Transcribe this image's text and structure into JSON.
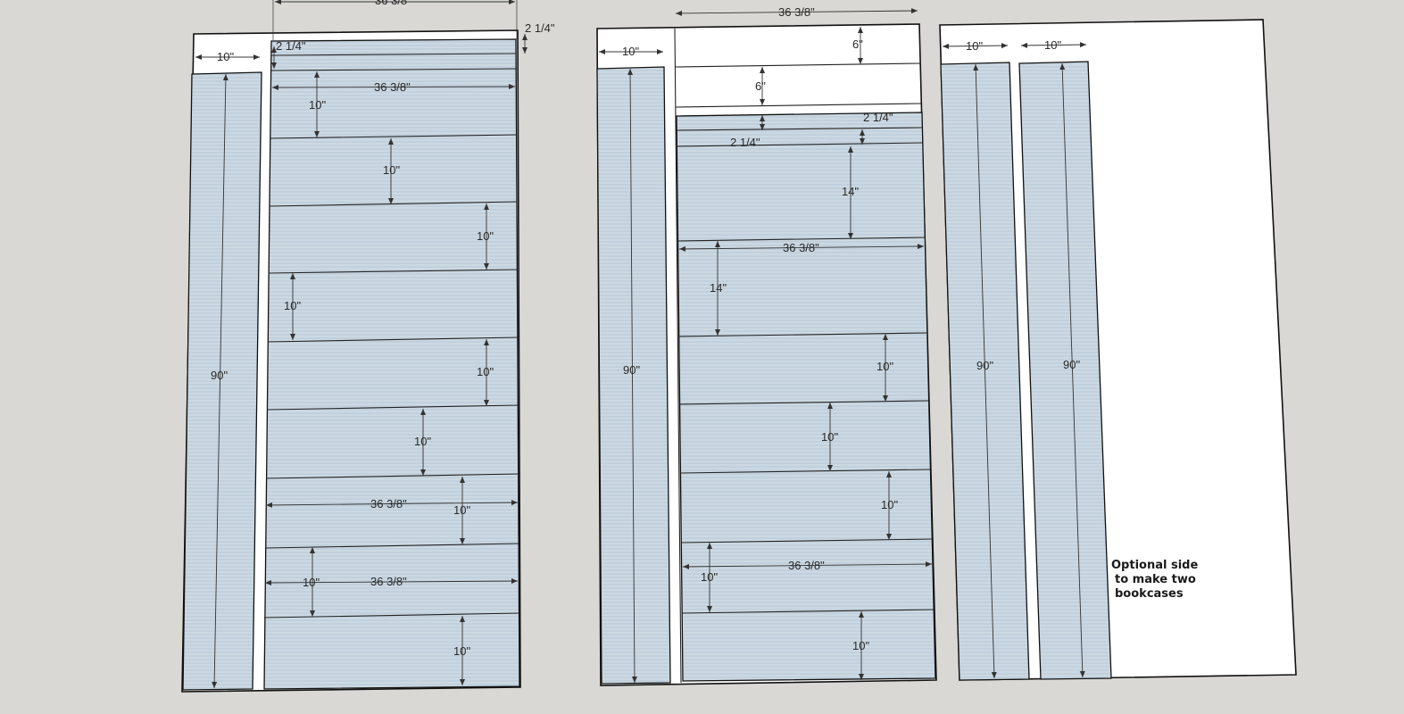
{
  "dimensions": {
    "width_36_3_8": "36 3/8\"",
    "width_10": "10\"",
    "height_90": "90\"",
    "height_10": "10\"",
    "height_14": "14\"",
    "height_6": "6\"",
    "strip_2_1_4": "2 1/4\"",
    "strip_2_1_4_inner": "2 1/4\""
  },
  "note": {
    "line1": "Optional side",
    "line2": "to make two",
    "line3": "bookcases"
  },
  "colors": {
    "background": "#d9d8d4",
    "sheet": "#ffffff",
    "board": "#c4d3de",
    "outline": "#111111"
  }
}
